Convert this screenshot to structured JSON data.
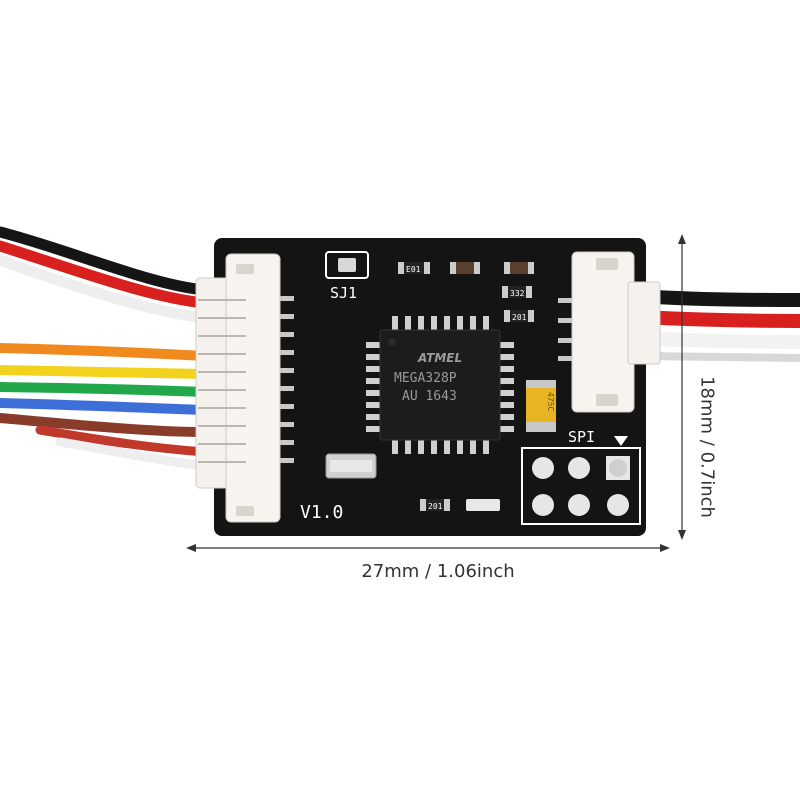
{
  "board": {
    "silkscreen": {
      "jumper": "SJ1",
      "version": "V1.0",
      "header": "SPI",
      "chip_brand": "ATMEL",
      "chip_model": "MEGA328P",
      "chip_code": "AU 1643",
      "res_1": "E01",
      "res_2": "332",
      "res_3": "201",
      "res_4": "201",
      "cap_code": "475C"
    }
  },
  "dimensions": {
    "width": "27mm / 1.06inch",
    "height": "18mm / 0.7inch"
  },
  "colors": {
    "background": "#ffffff",
    "pcb": "#141414",
    "silkscreen": "#ffffff",
    "wire_orange": "#f08a1e",
    "wire_yellow": "#f3d21e",
    "wire_green": "#22a84a",
    "wire_blue": "#3e6fd8",
    "wire_brown": "#8a3c2a",
    "wire_red": "#d8201e",
    "wire_black": "#1a1a1a"
  }
}
